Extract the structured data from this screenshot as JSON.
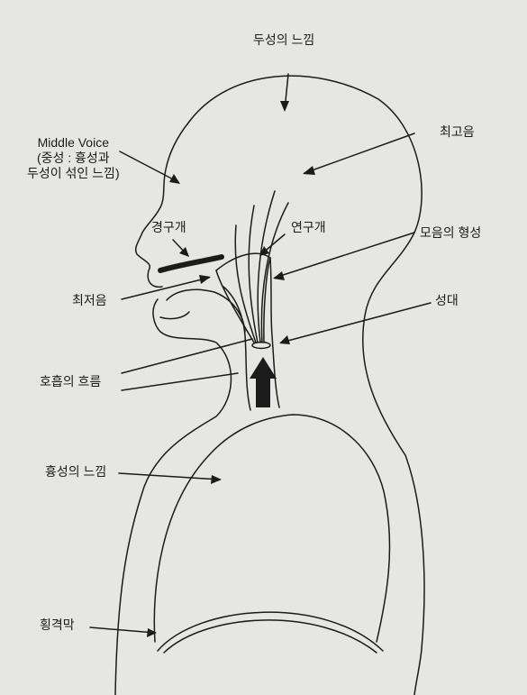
{
  "labels": {
    "head_resonance": "두성의 느낌",
    "highest_tone": "최고음",
    "middle_voice_line1": "Middle Voice",
    "middle_voice_line2": "(중성 : 흉성과",
    "middle_voice_line3": "두성이 섞인 느낌)",
    "hard_palate": "경구개",
    "soft_palate": "연구개",
    "vowel_formation": "모음의 형성",
    "lowest_tone": "최저음",
    "vocal_cords": "성대",
    "breath_flow": "호흡의 흐름",
    "chest_resonance": "흉성의 느낌",
    "diaphragm": "횡격막"
  },
  "colors": {
    "background": "#e6e6e4",
    "ink": "#1b1b1b"
  }
}
